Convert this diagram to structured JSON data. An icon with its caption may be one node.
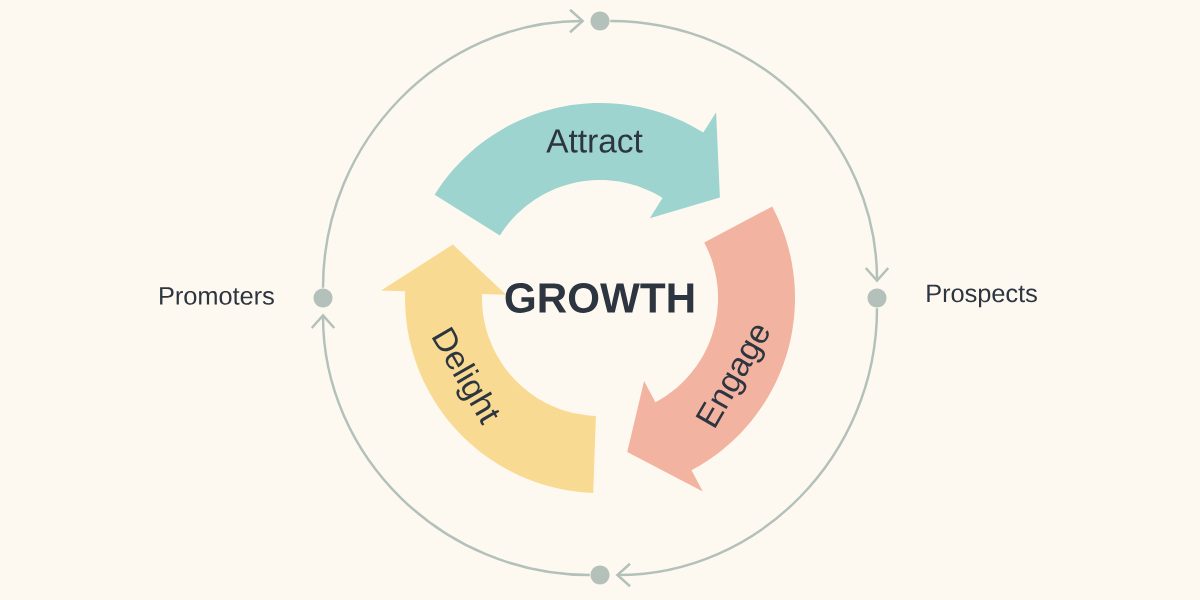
{
  "diagram": {
    "nodes": [
      {
        "text": [
          "Attract"
        ]
      },
      {
        "text": [
          "Engage"
        ]
      },
      {
        "text": [
          "Delight"
        ]
      },
      {
        "text": [],
        "shape": "circle"
      },
      {
        "text": [],
        "shape": "circle",
        "beside": [
          "Prospects"
        ]
      },
      {
        "text": [],
        "shape": "circle"
      },
      {
        "text": [],
        "shape": "circle",
        "beside": [
          "Promoters"
        ]
      }
    ],
    "edges": [
      {
        "from": 3,
        "to": 4,
        "arrow": "to"
      },
      {
        "from": 4,
        "to": 5,
        "arrow": "to"
      },
      {
        "from": 5,
        "to": 6,
        "arrow": "to"
      },
      {
        "from": 6,
        "to": 3,
        "arrow": "to"
      }
    ],
    "labels": [
      "GROWTH"
    ]
  }
}
